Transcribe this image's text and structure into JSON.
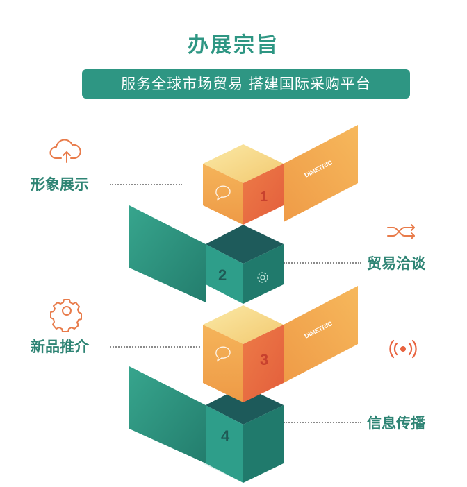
{
  "title": "办展宗旨",
  "banner": "服务全球市场贸易   搭建国际采购平台",
  "items": [
    {
      "label": "形象展示",
      "number": "1"
    },
    {
      "label": "贸易洽谈",
      "number": "2"
    },
    {
      "label": "新品推介",
      "number": "3"
    },
    {
      "label": "信息传播",
      "number": "4"
    }
  ],
  "flag_text": "DIMETRIC",
  "colors": {
    "teal": "#2e9683",
    "orange": "#f0a350",
    "red": "#e8633f",
    "accent_icon": "#e87b4a"
  },
  "icons": [
    "cloud-upload-icon",
    "shuffle-icon",
    "gear-icon",
    "broadcast-icon",
    "speech-bubble-icon"
  ]
}
